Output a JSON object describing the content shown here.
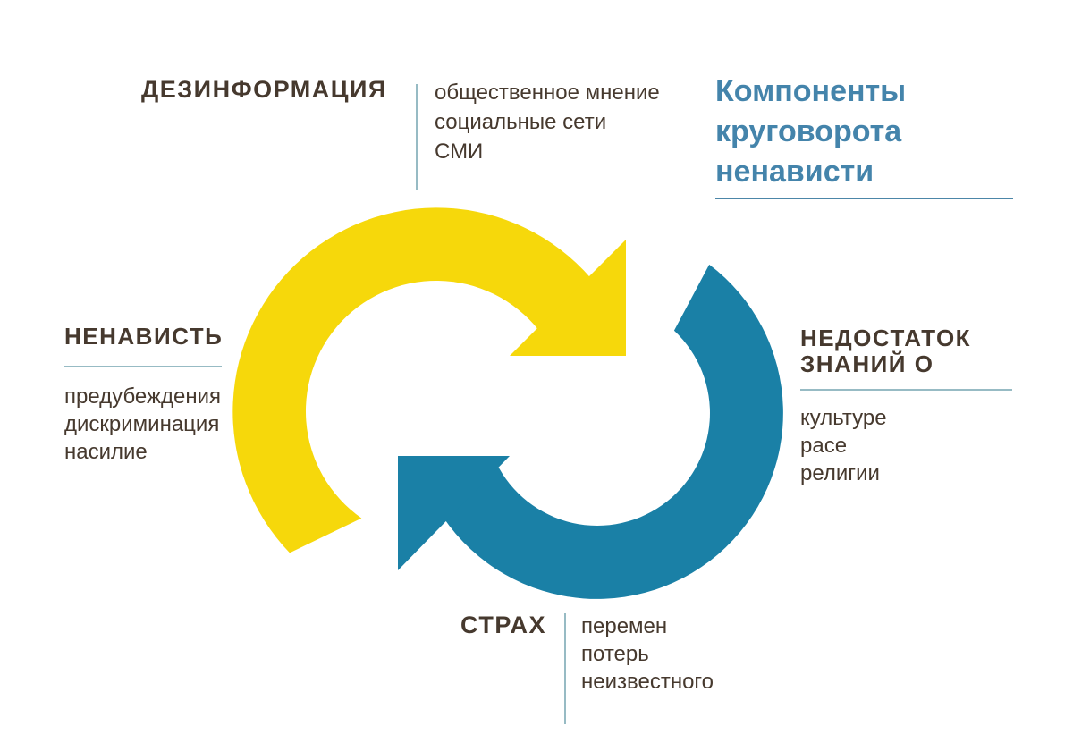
{
  "title": {
    "lines": [
      "Компоненты",
      "круговорота",
      "ненависти"
    ]
  },
  "nodes": {
    "disinformation": {
      "heading": "ДЕЗИНФОРМАЦИЯ",
      "items": [
        "общественное мнение",
        "социальные сети",
        "СМИ"
      ]
    },
    "hate": {
      "heading": "НЕНАВИСТЬ",
      "items": [
        "предубеждения",
        "дискриминация",
        "насилие"
      ]
    },
    "knowledge": {
      "heading": "НЕДОСТАТОК ЗНАНИЙ О",
      "items": [
        "культуре",
        "расе",
        "религии"
      ]
    },
    "fear": {
      "heading": "СТРАХ",
      "items": [
        "перемен",
        "потерь",
        "неизвестного"
      ]
    }
  },
  "colors": {
    "arrow_yellow": "#F6D80B",
    "arrow_blue": "#1A80A6",
    "title_blue": "#4484AB",
    "title_rule": "#4C86A8",
    "text_dark": "#46392E",
    "rule_light": "#97BBC4",
    "background": "#FFFFFF"
  }
}
